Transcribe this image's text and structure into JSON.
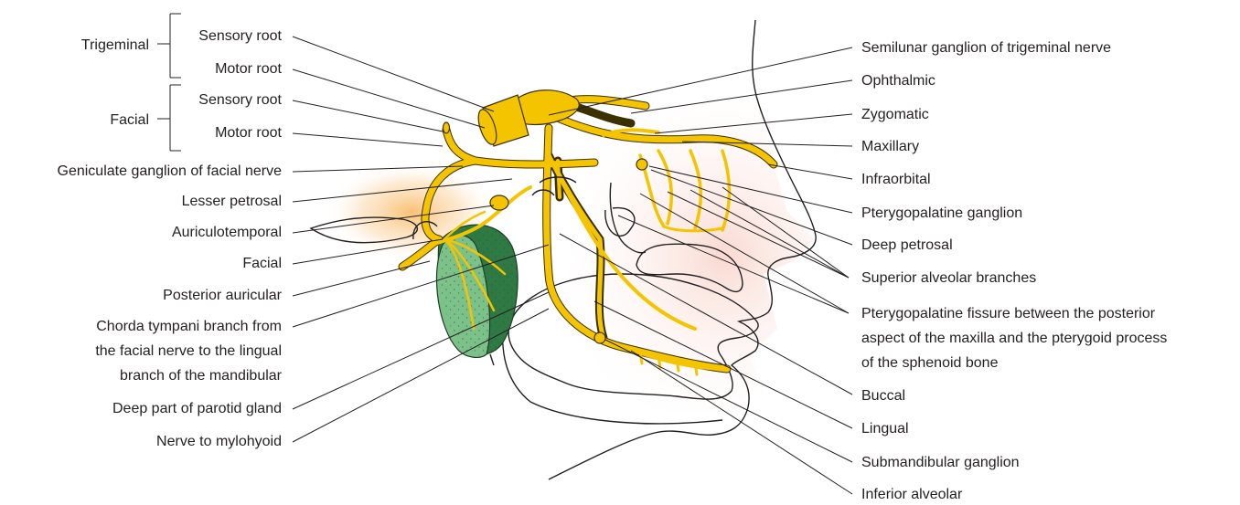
{
  "left_labels": {
    "trigeminal": "Trigeminal",
    "trigeminal_sensory_root": "Sensory root",
    "trigeminal_motor_root": "Motor root",
    "facial": "Facial",
    "facial_sensory_root": "Sensory root",
    "facial_motor_root": "Motor root",
    "geniculate_ganglion": "Geniculate ganglion of facial nerve",
    "lesser_petrosal": "Lesser petrosal",
    "auriculotemporal": "Auriculotemporal",
    "facial_branch": "Facial",
    "posterior_auricular": "Posterior auricular",
    "chorda_tympani_1": "Chorda tympani branch from",
    "chorda_tympani_2": "the facial nerve to the lingual",
    "chorda_tympani_3": "branch of the mandibular",
    "deep_parotid": "Deep part of parotid gland",
    "nerve_to_mylohyoid": "Nerve to mylohyoid"
  },
  "right_labels": {
    "semilunar_ganglion": "Semilunar ganglion of trigeminal nerve",
    "ophthalmic": "Ophthalmic",
    "zygomatic": "Zygomatic",
    "maxillary": "Maxillary",
    "infraorbital": "Infraorbital",
    "pterygopalatine_ganglion": "Pterygopalatine ganglion",
    "deep_petrosal": "Deep petrosal",
    "superior_alveolar": "Superior alveolar branches",
    "pterygopalatine_fissure_1": "Pterygopalatine fissure between the posterior",
    "pterygopalatine_fissure_2": "aspect of the maxilla and the pterygoid process",
    "pterygopalatine_fissure_3": "of the sphenoid bone",
    "buccal": "Buccal",
    "lingual": "Lingual",
    "submandibular_ganglion": "Submandibular ganglion",
    "inferior_alveolar": "Inferior alveolar"
  },
  "colors": {
    "nerve": "#f5c400",
    "nerve_outline": "#3a3000",
    "gland": "#5aa56a",
    "gland_dark": "#2f7a44",
    "skin_tint": "#fbe3dc",
    "ear_glow": "#f9c47a",
    "text": "#231f20"
  }
}
